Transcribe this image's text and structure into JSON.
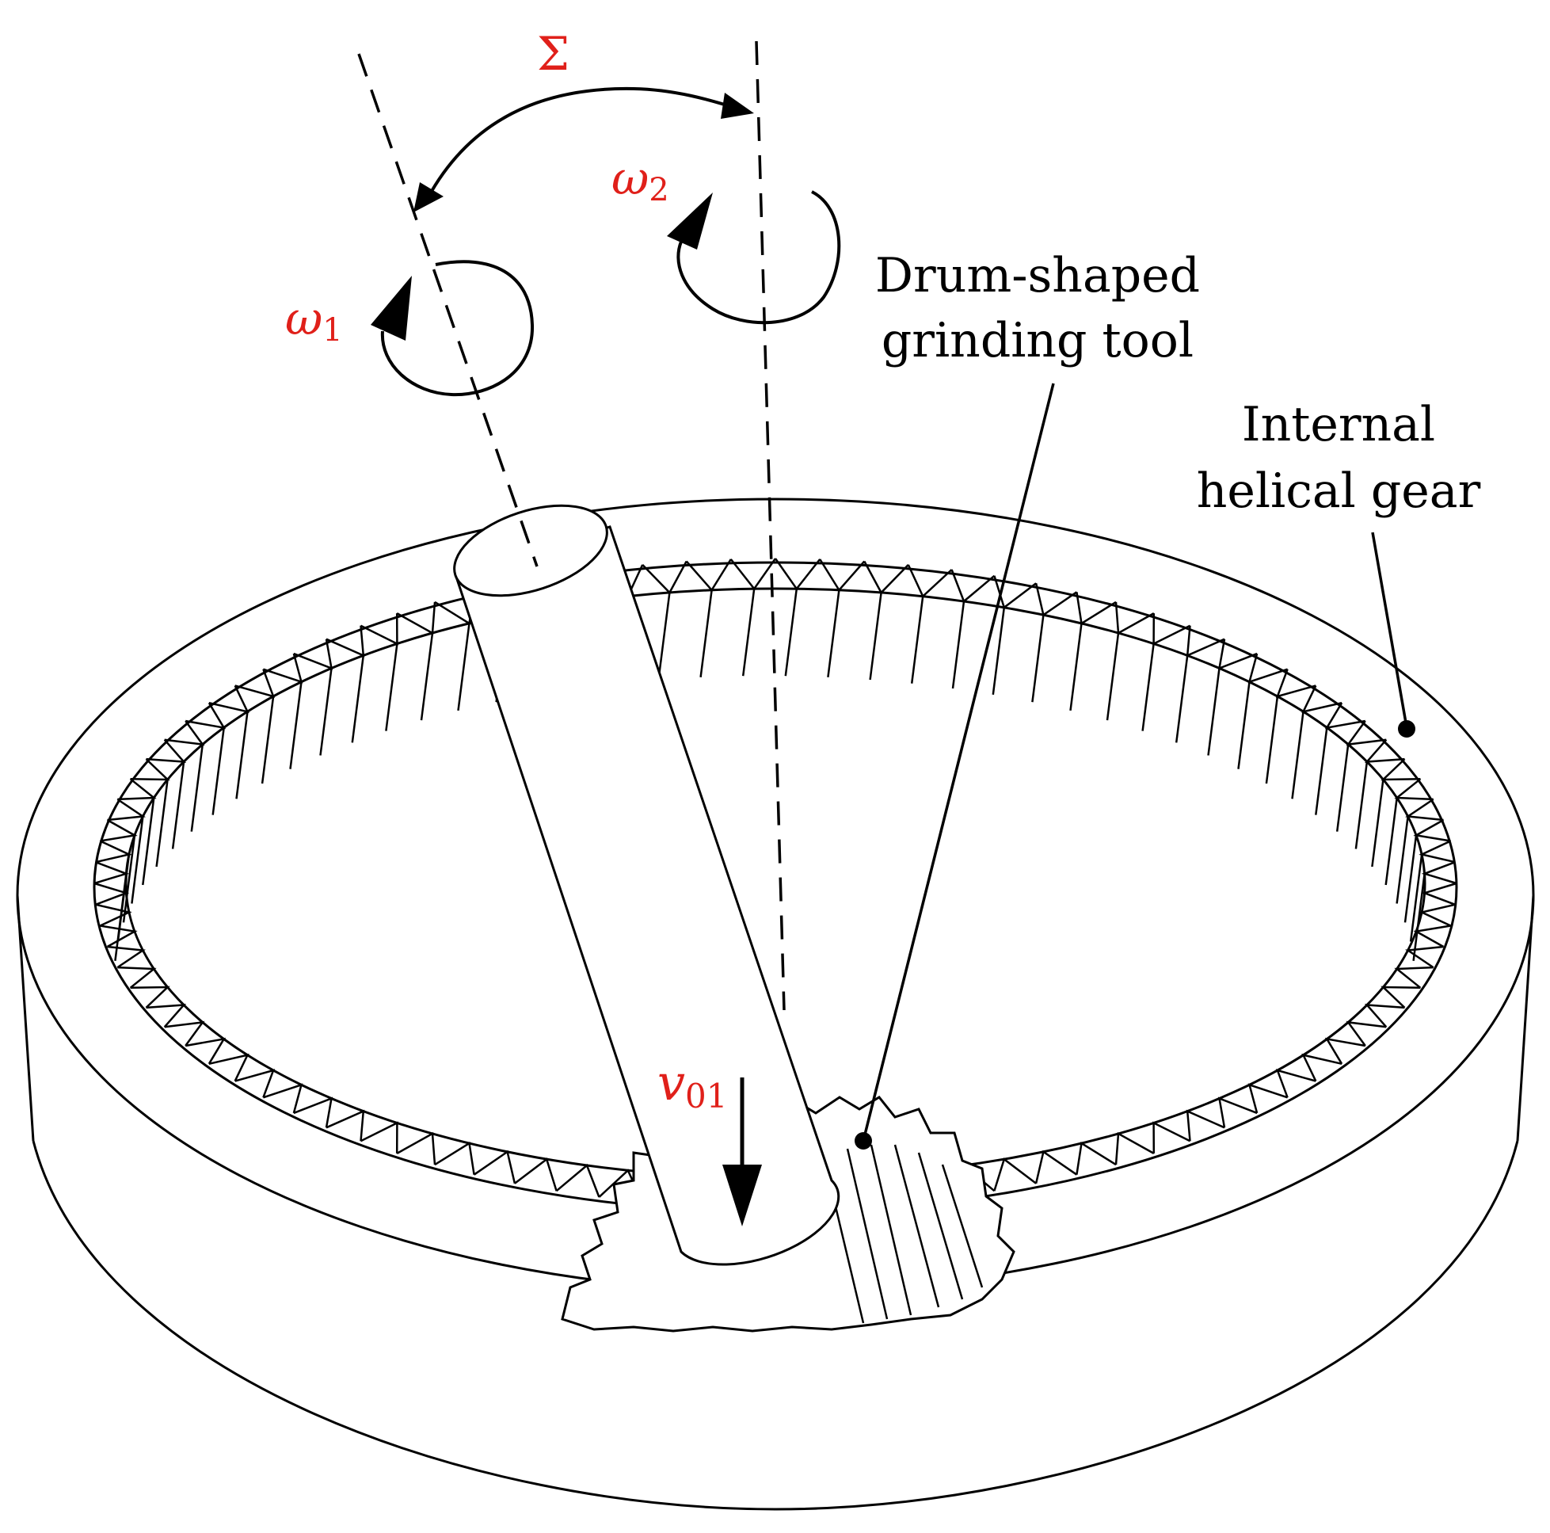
{
  "figure": {
    "labels": {
      "sigma": "Σ",
      "omega1": {
        "base": "ω",
        "sub": "1"
      },
      "omega2": {
        "base": "ω",
        "sub": "2"
      },
      "v01": {
        "base": "v",
        "sub": "01"
      },
      "tool_line1": "Drum-shaped",
      "tool_line2": "grinding tool",
      "gear_line1": "Internal",
      "gear_line2": "helical gear"
    },
    "colors": {
      "math_labels": "#e0201a",
      "line_art": "#000000",
      "background": "#ffffff"
    }
  }
}
